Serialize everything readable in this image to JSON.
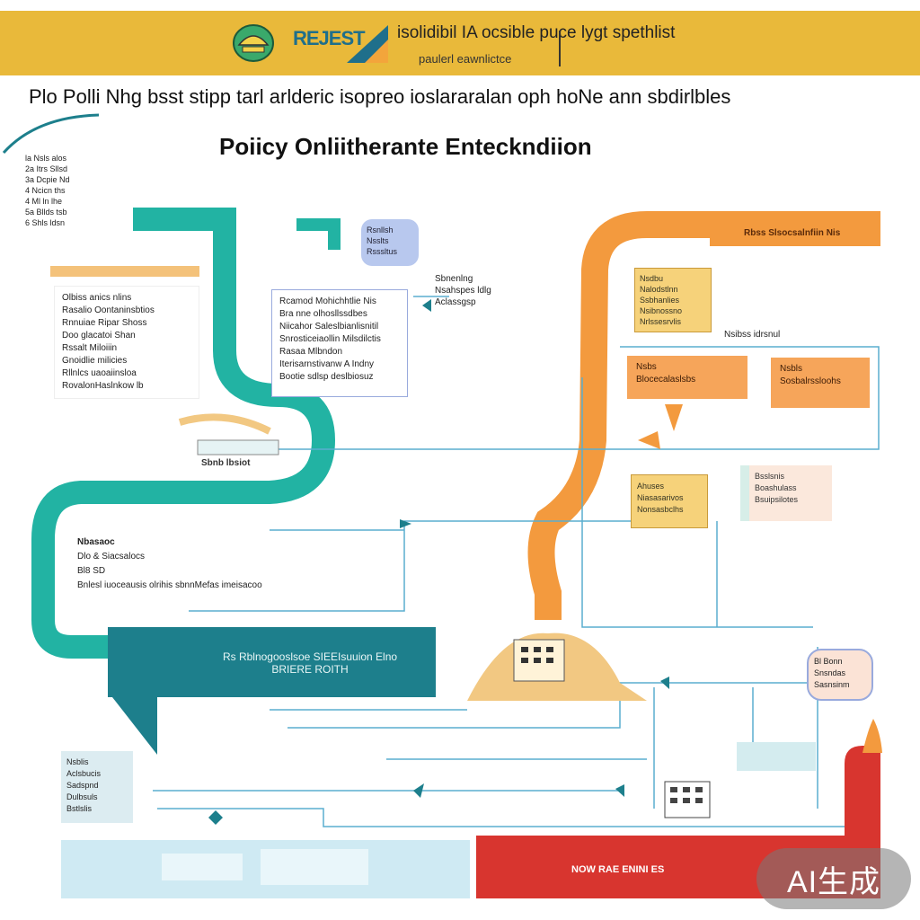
{
  "header": {
    "brand": "REJEST",
    "line1": "isolidibil IA ocsible  puce lygt spethlist",
    "line2": "paulerl eawnlictce"
  },
  "subtitle": "Plo Polli Nhg bsst stipp tarl arlderic isopreo ioslararalan oph hoNe ann sbdirlbles",
  "title": "Poiicy Onliitherante Enteckndiion",
  "notes": {
    "top_left": [
      "la Nsls alos",
      "2a Itrs Sllsd",
      "3a Dcpie Nd",
      "4 Ncicn ths",
      "4 Ml ln lhe",
      "5a Bllds tsb",
      "6 Shls ldsn"
    ],
    "left_box": [
      "Olbiss anics nlins",
      "Rasalio Oontaninsbtios",
      "Rnnuiae Ripar Shoss",
      "Doo glacatoi Shan",
      "Rssalt Miloiiin",
      "Gnoidlie milicies",
      "Rllnlcs uaoaiinsloa",
      "RovalonHaslnkow lb"
    ],
    "center_box": [
      "Rcamod Mohichhtlie Nis",
      "Bra nne olhosllssdbes",
      "Niicahor Saleslbianlisnitil",
      "Snrosticeiaollin Milsdilctis",
      "Rasaa Mlbndon",
      "Iterisarnstivanw A Indny",
      "Bootie sdlsp deslbiosuz"
    ],
    "center_sign": "Sbnb lbsiot",
    "blue_badge": [
      "Rsnllsh",
      "Nsslts",
      "Rsssltus"
    ],
    "center_label": [
      "Sbnenlng",
      "Nsahspes ldlg",
      "Aclassgsp"
    ],
    "middle_left": [
      "Nbasaoc",
      "Dlo & Siacsalocs",
      "Bl8 SD",
      "Bnlesl iuoceausis olrihis sbnnMefas imeisacoo"
    ],
    "teal_banner": [
      "Rs Rblnogooslsoe SIEEIsuuion Elno",
      "BRIERE ROITH"
    ],
    "orange_header": "Rbss Slsocsalnfiin Nis",
    "yellow_box_top": [
      "Nsdbu",
      "Nalodstlnn",
      "Ssbhanlies",
      "Nsibnossno",
      "Nrlssesrvlis"
    ],
    "right_caption": "Nsibss idrsnul",
    "orange_box_1": [
      "Nsbs",
      "Blocecalaslsbs"
    ],
    "orange_box_2": [
      "Nsbls",
      "Sosbalrssloohs"
    ],
    "yellow_box_mid": [
      "Ahuses",
      "Niasasarivos",
      "Nonsasbclhs"
    ],
    "side_box_right": [
      "Bsslsnis",
      "Boashulass",
      "Bsuipsilotes"
    ],
    "right_circle": [
      "Bl Bonn",
      "Snsndas",
      "Sasnsinm"
    ],
    "bottom_left_box": [
      "Nsblis",
      "Aclsbucis",
      "Sadspnd",
      "Dulbsuls",
      "Bstlslis"
    ],
    "red_banner": "NOW RAE ENINI ES",
    "watermark": "AI生成"
  },
  "colors": {
    "teal": "#1f9a9a",
    "teal_dark": "#1d7f8c",
    "orange": "#f39a3e",
    "yellow": "#f6d27a",
    "red": "#d8352f",
    "banner": "#e9b93a"
  }
}
